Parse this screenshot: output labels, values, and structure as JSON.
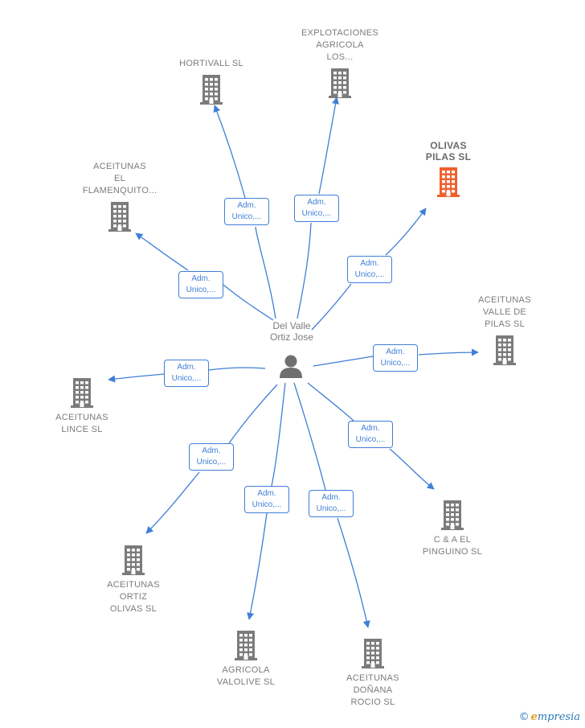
{
  "center": {
    "name_lines": [
      "Del Valle",
      "Ortiz Jose"
    ],
    "icon": "person-icon"
  },
  "companies": [
    {
      "id": "hortivall",
      "lines": [
        "HORTIVALL  SL"
      ],
      "highlight": false,
      "role_lines": [
        "Adm.",
        "Unico,..."
      ]
    },
    {
      "id": "explotaciones",
      "lines": [
        "EXPLOTACIONES",
        "AGRICOLA",
        "LOS..."
      ],
      "highlight": false,
      "role_lines": [
        "Adm.",
        "Unico,..."
      ]
    },
    {
      "id": "olivas-pilas",
      "lines": [
        "OLIVAS",
        "PILAS  SL"
      ],
      "highlight": true,
      "role_lines": [
        "Adm.",
        "Unico,..."
      ]
    },
    {
      "id": "flamenquito",
      "lines": [
        "ACEITUNAS",
        "EL",
        "FLAMENQUITO..."
      ],
      "highlight": false,
      "role_lines": [
        "Adm.",
        "Unico,..."
      ]
    },
    {
      "id": "valle-pilas",
      "lines": [
        "ACEITUNAS",
        "VALLE DE",
        "PILAS  SL"
      ],
      "highlight": false,
      "role_lines": [
        "Adm.",
        "Unico,..."
      ]
    },
    {
      "id": "lince",
      "lines": [
        "ACEITUNAS",
        "LINCE  SL"
      ],
      "highlight": false,
      "role_lines": [
        "Adm.",
        "Unico,..."
      ]
    },
    {
      "id": "pinguino",
      "lines": [
        "C & A EL",
        "PINGUINO  SL"
      ],
      "highlight": false,
      "role_lines": [
        "Adm.",
        "Unico,..."
      ]
    },
    {
      "id": "ortiz-olivas",
      "lines": [
        "ACEITUNAS",
        "ORTIZ",
        "OLIVAS  SL"
      ],
      "highlight": false,
      "role_lines": [
        "Adm.",
        "Unico,..."
      ]
    },
    {
      "id": "valolive",
      "lines": [
        "AGRICOLA",
        "VALOLIVE  SL"
      ],
      "highlight": false,
      "role_lines": [
        "Adm.",
        "Unico,..."
      ]
    },
    {
      "id": "donana",
      "lines": [
        "ACEITUNAS",
        "DOÑANA",
        "ROCIO  SL"
      ],
      "highlight": false,
      "role_lines": [
        "Adm.",
        "Unico,..."
      ]
    }
  ],
  "colors": {
    "edge": "#3f7fd6",
    "building": "#7b7b7b",
    "building_highlight": "#f0602e",
    "label": "#7b7b7b"
  },
  "footer": {
    "copyright": "©",
    "brand_initial": "e",
    "brand_rest": "mpresia"
  }
}
